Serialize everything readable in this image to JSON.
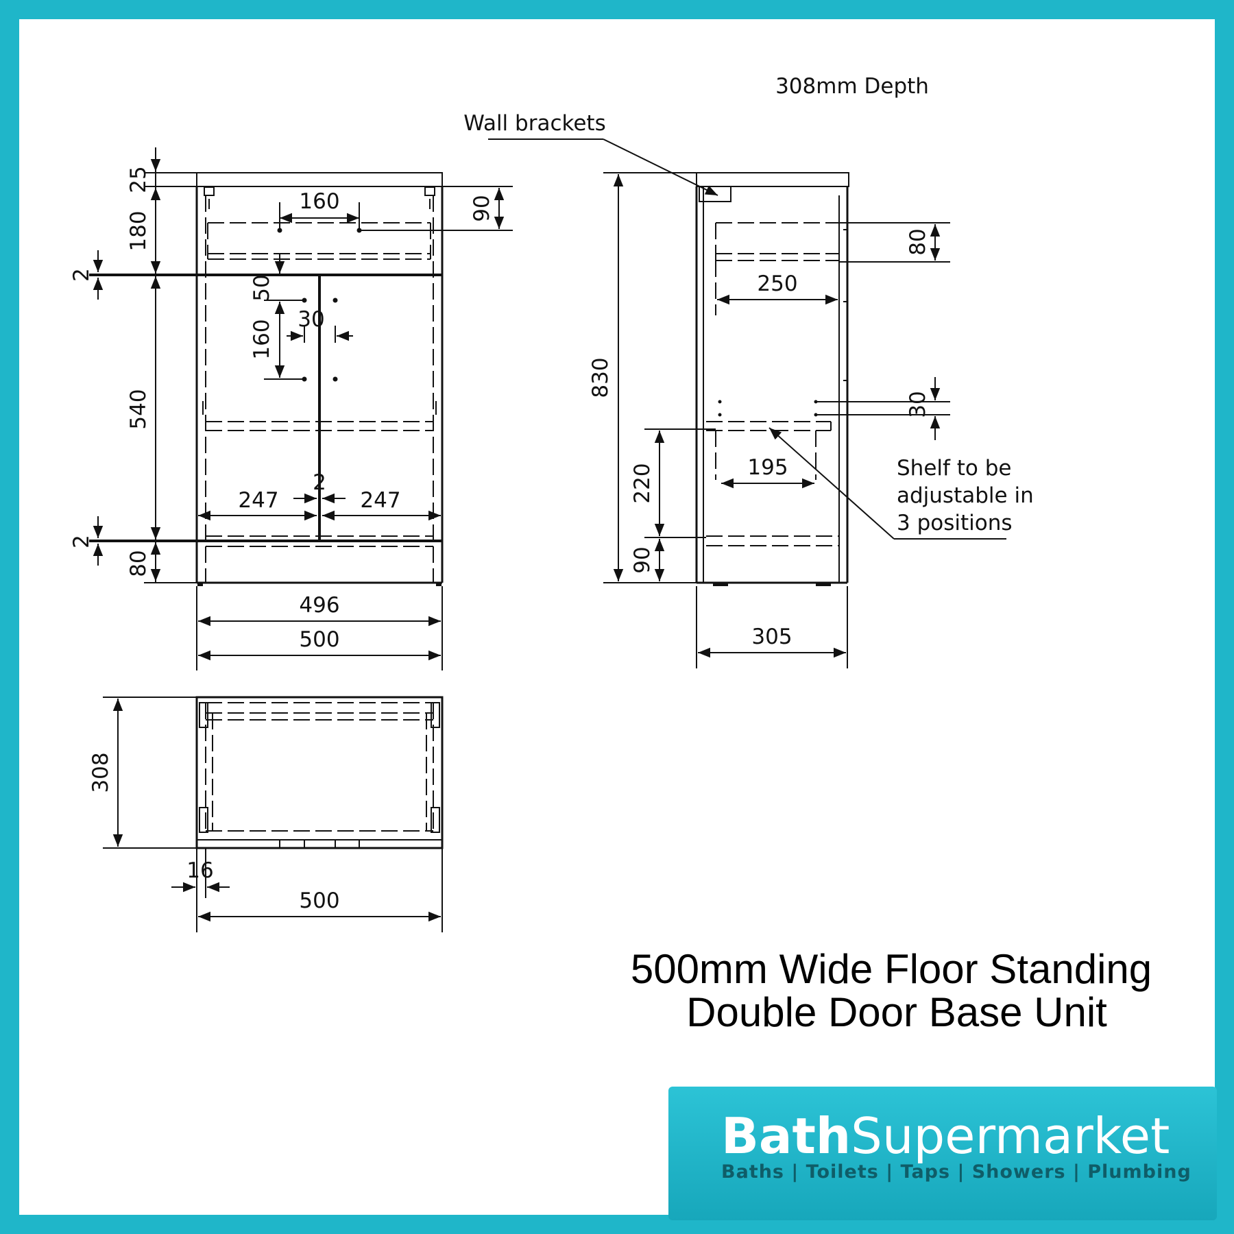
{
  "labels": {
    "depth_heading": "308mm Depth",
    "wall_brackets": "Wall brackets",
    "shelf_note": [
      "Shelf to be",
      "adjustable in",
      "3 positions"
    ],
    "title_line1": "500mm Wide Floor Standing",
    "title_line2": "Double Door Base Unit"
  },
  "front_view": {
    "top_thickness": "25",
    "drawer_height": "180",
    "divider_top": "2",
    "cabinet_height": "540",
    "divider_bottom": "2",
    "plinth": "80",
    "handle_spacing_drawer": "160",
    "handle_offset_drawer": "90",
    "door_handle_top": "50",
    "door_handle_gap": "30",
    "door_handle_spacing": "160",
    "door_left": "247",
    "door_gap": "2",
    "door_right": "247",
    "inner_width": "496",
    "outer_width": "500"
  },
  "side_view": {
    "total_height": "830",
    "drawer_depth": "80",
    "drawer_length": "250",
    "shelf_step": "30",
    "shelf_height": "220",
    "plinth": "90",
    "shelf_depth": "195",
    "depth": "305"
  },
  "plan_view": {
    "depth": "308",
    "edge": "16",
    "width": "500"
  },
  "brand": {
    "name_bold": "Bath",
    "name_light": "Supermarket",
    "tagline": "Baths | Toilets | Taps | Showers | Plumbing"
  }
}
